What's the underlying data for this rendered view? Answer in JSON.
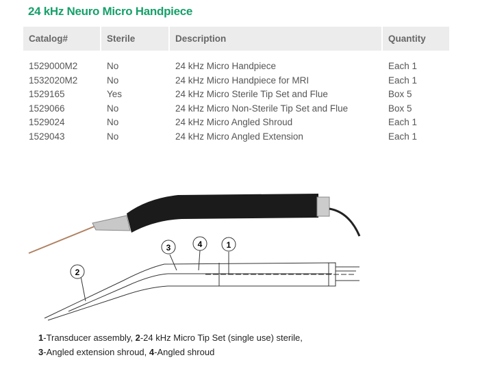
{
  "title": "24 kHz Neuro Micro Handpiece",
  "table": {
    "headers": [
      "Catalog#",
      "Sterile",
      "Description",
      "Quantity"
    ],
    "rows": [
      [
        "1529000M2",
        "No",
        "24 kHz Micro Handpiece",
        "Each 1"
      ],
      [
        "1532020M2",
        "No",
        "24 kHz Micro Handpiece for MRI",
        "Each 1"
      ],
      [
        "1529165",
        "Yes",
        "24 kHz Micro Sterile Tip Set and Flue",
        "Box 5"
      ],
      [
        "1529066",
        "No",
        "24 kHz Micro Non-Sterile Tip Set and Flue",
        "Box 5"
      ],
      [
        "1529024",
        "No",
        "24 kHz Micro Angled Shroud",
        "Each 1"
      ],
      [
        "1529043",
        "No",
        "24 kHz Micro Angled Extension",
        "Each 1"
      ]
    ]
  },
  "diagram_labels": [
    "1",
    "2",
    "3",
    "4"
  ],
  "caption": {
    "line1": [
      {
        "num": "1",
        "text": "-Transducer assembly, "
      },
      {
        "num": "2",
        "text": "-24 kHz Micro Tip Set (single use) sterile,"
      }
    ],
    "line2": [
      {
        "num": "3",
        "text": "-Angled extension shroud, "
      },
      {
        "num": "4",
        "text": "-Angled shroud"
      }
    ]
  },
  "colors": {
    "title": "#16a06a",
    "header_bg": "#ececec"
  }
}
